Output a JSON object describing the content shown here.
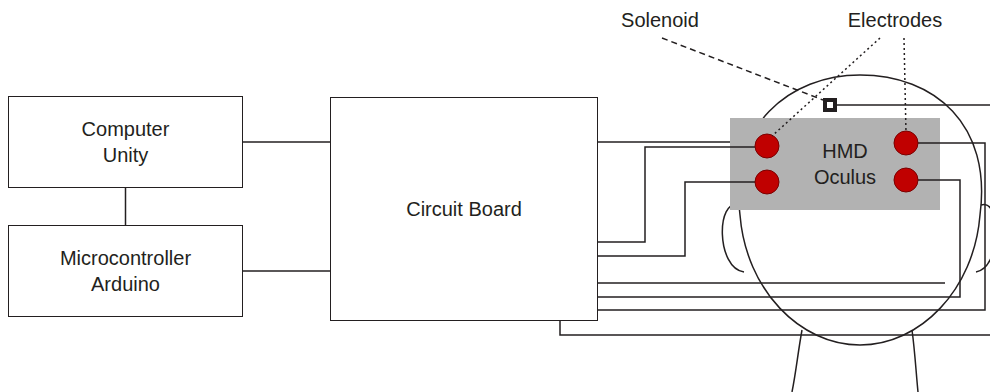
{
  "diagram": {
    "nodes": [
      {
        "text": [
          "Computer Unity"
        ]
      },
      {
        "text": [
          "Microcontroller Arduino"
        ]
      },
      {
        "text": [
          "Circuit Board"
        ]
      },
      {
        "text": [
          "HMD Oculus"
        ]
      }
    ],
    "edges": [
      {
        "from": 0,
        "to": 1,
        "arrow": "none"
      },
      {
        "from": 1,
        "to": 2,
        "arrow": "none"
      },
      {
        "from": 0,
        "to": 3,
        "arrow": "none"
      }
    ],
    "labels": [
      "Solenoid",
      "Electrodes"
    ]
  }
}
